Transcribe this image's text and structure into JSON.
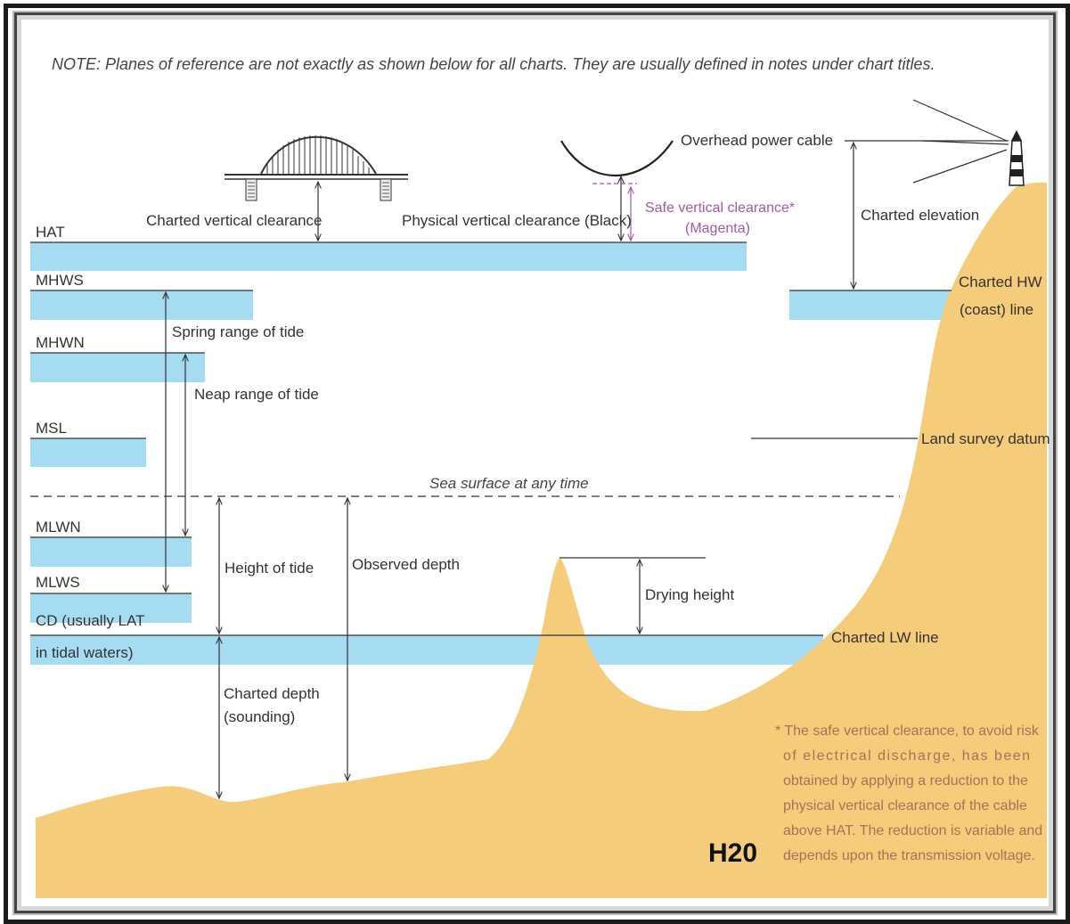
{
  "note": "NOTE: Planes of reference are not exactly as shown below for all charts. They are usually defined in notes under chart titles.",
  "colors": {
    "water": "#a6dcf2",
    "land": "#f5cd7a",
    "line": "#333333",
    "magenta": "#a05aa8",
    "footnote": "#a8705a"
  },
  "levels": {
    "hat": "HAT",
    "mhws": "MHWS",
    "mhwn": "MHWN",
    "msl": "MSL",
    "mlwn": "MLWN",
    "mlws": "MLWS",
    "cd_line1": "CD (usually LAT",
    "cd_line2": "in tidal waters)"
  },
  "labels": {
    "charted_vertical_clearance": "Charted vertical clearance",
    "physical_vertical_clearance": "Physical vertical clearance (Black)",
    "safe_vertical_clearance_1": "Safe vertical clearance*",
    "safe_vertical_clearance_2": "(Magenta)",
    "overhead_power_cable": "Overhead power cable",
    "charted_elevation": "Charted elevation",
    "charted_hw_1": "Charted HW",
    "charted_hw_2": "(coast) line",
    "spring_range": "Spring range of tide",
    "neap_range": "Neap range of tide",
    "land_survey_datum": "Land survey datum",
    "sea_surface": "Sea surface at any time",
    "height_of_tide": "Height of tide",
    "observed_depth": "Observed depth",
    "drying_height": "Drying height",
    "charted_lw_line": "Charted LW line",
    "charted_depth_1": "Charted depth",
    "charted_depth_2": "(sounding)"
  },
  "footnote": [
    "* The safe vertical clearance, to avoid risk",
    "of electrical discharge, has been",
    "obtained by applying a reduction to the",
    "physical vertical clearance of the cable",
    "above HAT. The reduction is variable and",
    "depends upon the transmission voltage."
  ],
  "figure_code": "H20"
}
